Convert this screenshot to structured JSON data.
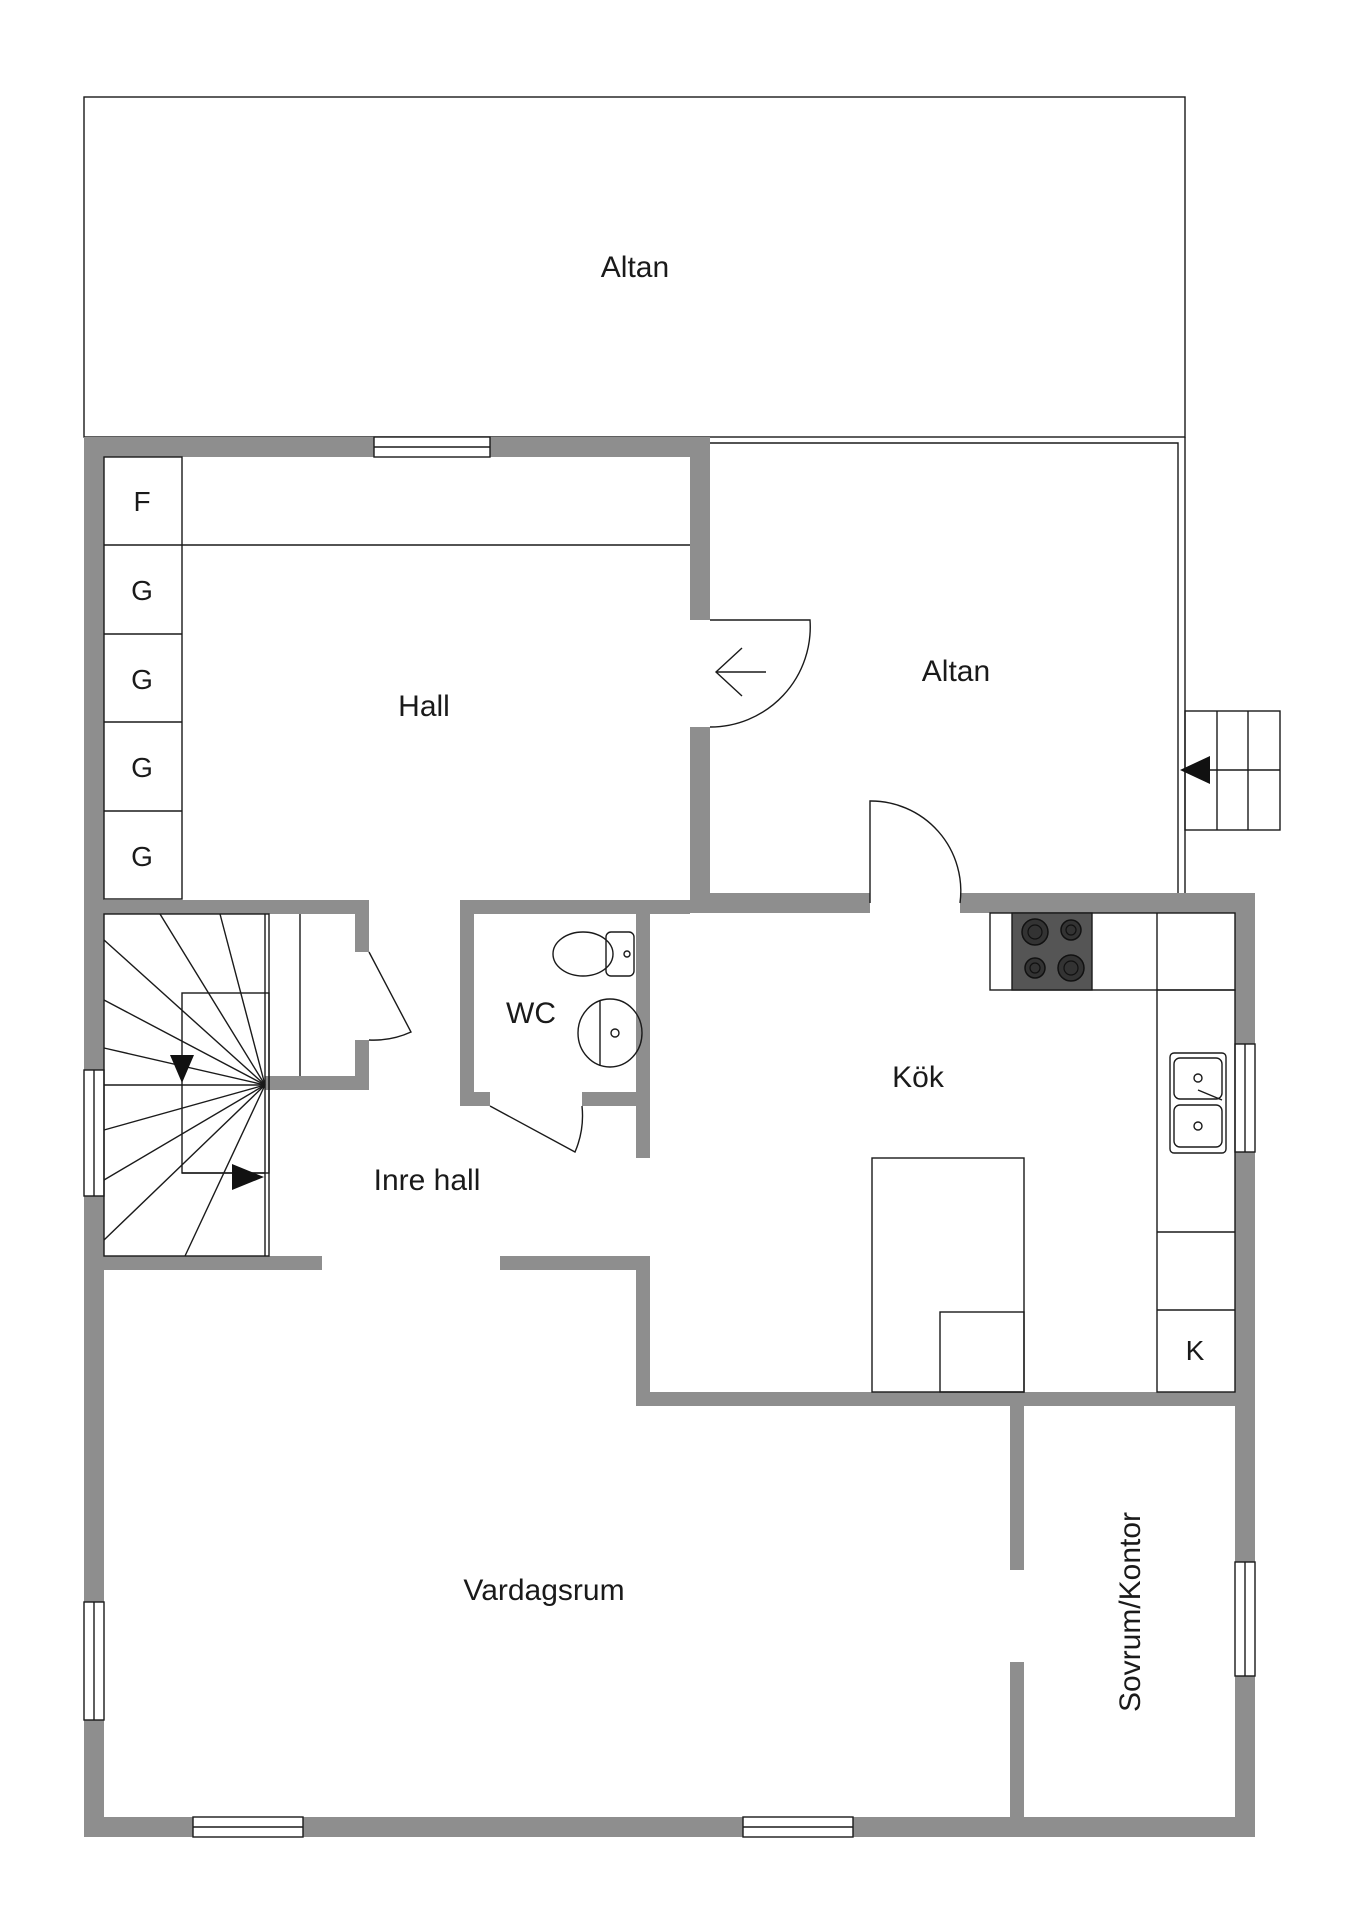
{
  "rooms": {
    "altan_top": "Altan",
    "altan_right": "Altan",
    "hall": "Hall",
    "wc": "WC",
    "kok": "Kök",
    "inre_hall": "Inre hall",
    "vardagsrum": "Vardagsrum",
    "sovrum_kontor": "Sovrum/Kontor"
  },
  "cabinets": {
    "f": "F",
    "g1": "G",
    "g2": "G",
    "g3": "G",
    "g4": "G",
    "k": "K"
  }
}
